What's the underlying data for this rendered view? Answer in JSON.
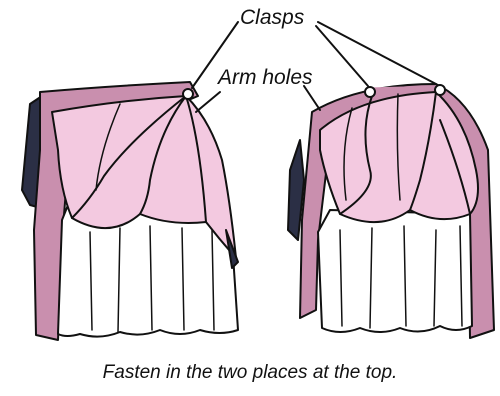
{
  "labels": {
    "clasps": "Clasps",
    "arm_holes": "Arm holes"
  },
  "caption": "Fasten in the two places at the top.",
  "colors": {
    "fabric": "#f3c9e0",
    "fabric_shadow": "#c98fae",
    "dark_edge": "#2b2f45",
    "outline": "#111111",
    "underside": "#ffffff"
  }
}
